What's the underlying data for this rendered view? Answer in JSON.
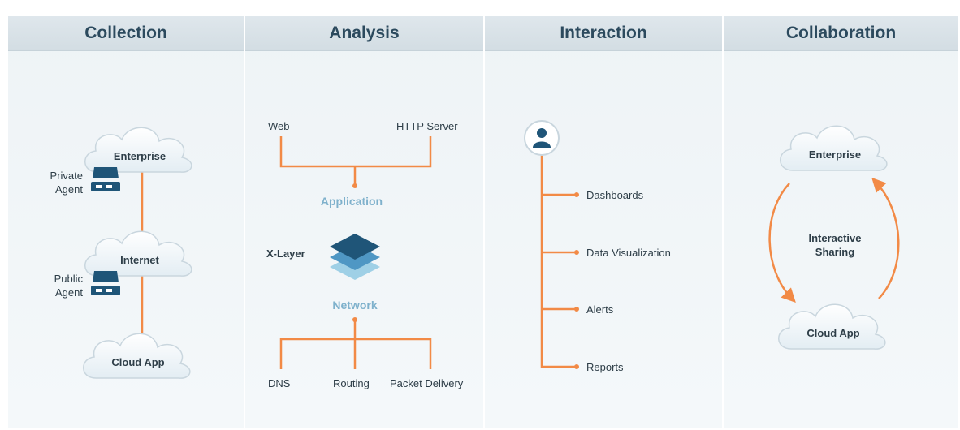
{
  "panels": [
    {
      "title": "Collection"
    },
    {
      "title": "Analysis"
    },
    {
      "title": "Interaction"
    },
    {
      "title": "Collaboration"
    }
  ],
  "collection": {
    "clouds": [
      "Enterprise",
      "Internet",
      "Cloud App"
    ],
    "agents": [
      {
        "line1": "Private",
        "line2": "Agent"
      },
      {
        "line1": "Public",
        "line2": "Agent"
      }
    ]
  },
  "analysis": {
    "top_left": "Web",
    "top_right": "HTTP Server",
    "application": "Application",
    "xlayer": "X-Layer",
    "network": "Network",
    "bottom": [
      "DNS",
      "Routing",
      "Packet Delivery"
    ]
  },
  "interaction": {
    "items": [
      "Dashboards",
      "Data Visualization",
      "Alerts",
      "Reports"
    ]
  },
  "collaboration": {
    "top_cloud": "Enterprise",
    "bottom_cloud": "Cloud App",
    "center_line1": "Interactive",
    "center_line2": "Sharing"
  },
  "colors": {
    "accent": "#f28a46",
    "dark_blue": "#1f5578",
    "header_text": "#2c4a5e"
  }
}
